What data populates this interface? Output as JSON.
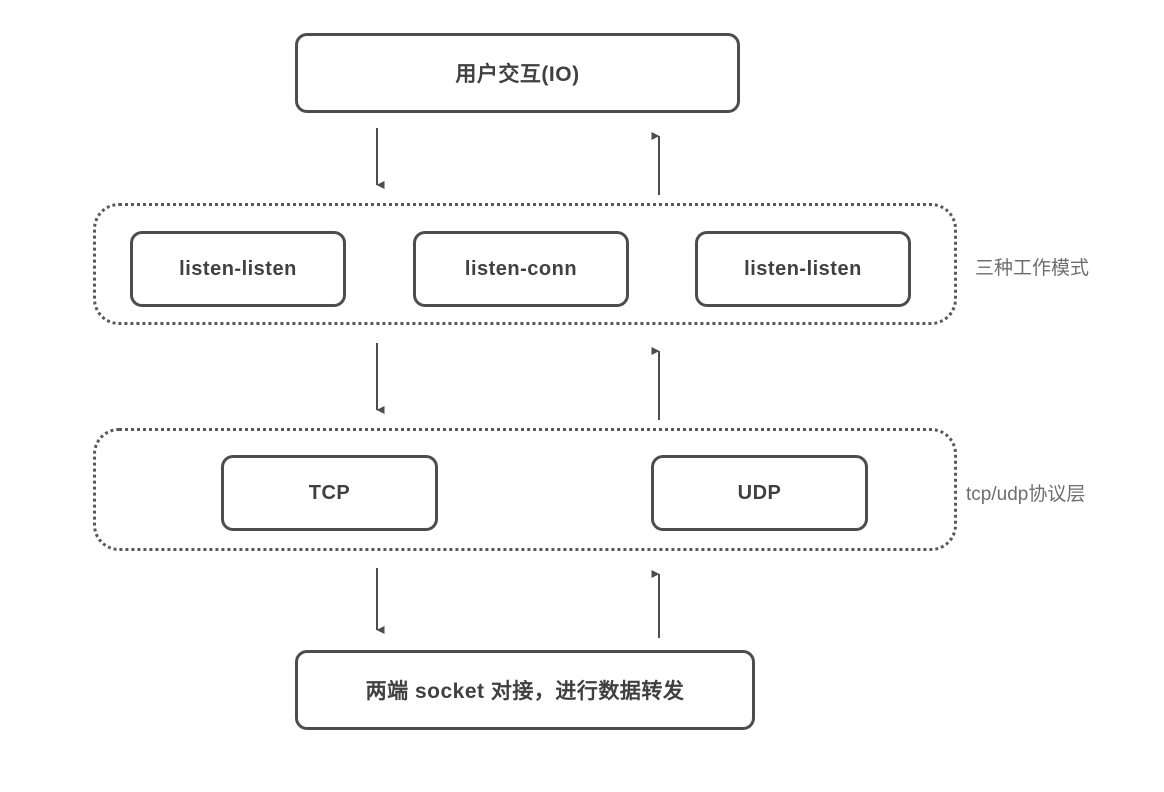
{
  "diagram": {
    "colors": {
      "border": "#4d4d4d",
      "box_text": "#404040",
      "side_label_text": "#6e6e6e",
      "arrow": "#4d4d4d",
      "background": "#ffffff"
    },
    "top_node": {
      "label": "用户交互(IO)"
    },
    "modes_group": {
      "side_label": "三种工作模式",
      "items": [
        {
          "label": "listen-listen"
        },
        {
          "label": "listen-conn"
        },
        {
          "label": "listen-listen"
        }
      ]
    },
    "protocol_group": {
      "side_label": "tcp/udp协议层",
      "items": [
        {
          "label": "TCP"
        },
        {
          "label": "UDP"
        }
      ]
    },
    "bottom_node": {
      "label": "两端 socket 对接，进行数据转发"
    }
  }
}
